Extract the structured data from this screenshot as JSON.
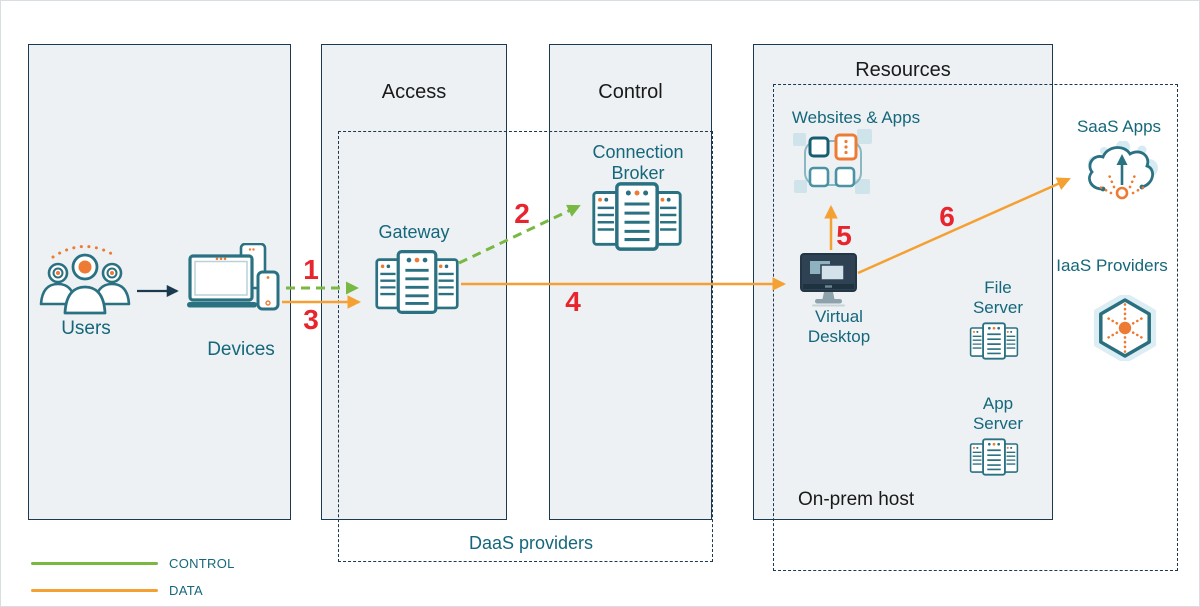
{
  "panels": {
    "endpoint": {
      "users_label": "Users",
      "devices_label": "Devices"
    },
    "access": {
      "title": "Access",
      "gateway_label": "Gateway"
    },
    "control": {
      "title": "Control",
      "broker_label": "Connection Broker"
    },
    "resources": {
      "title": "Resources",
      "websites_apps_label": "Websites & Apps",
      "virtual_desktop_label": "Virtual Desktop",
      "file_server_label": "File Server",
      "app_server_label": "App Server",
      "on_prem_host_label": "On-prem host"
    },
    "daas_providers_label": "DaaS providers",
    "cloud": {
      "saas_apps_label": "SaaS Apps",
      "iaas_providers_label": "IaaS Providers"
    }
  },
  "flow_steps": [
    "1",
    "2",
    "3",
    "4",
    "5",
    "6"
  ],
  "legend": [
    {
      "label": "CONTROL",
      "type": "control",
      "color": "#79b943"
    },
    {
      "label": "DATA",
      "type": "data",
      "color": "#f5a033"
    }
  ],
  "icons": [
    "users-icon",
    "devices-icon",
    "server-stack-icon",
    "grid-apps-icon",
    "virtual-desktop-icon",
    "cloud-upload-icon",
    "hexagon-network-icon"
  ],
  "colors": {
    "control_green": "#79b943",
    "data_orange": "#f5a033",
    "step_red": "#e8242d",
    "label_teal": "#15677b",
    "border_navy": "#1b3a50",
    "panel_fill": "#edf1f3",
    "accent_orange": "#ee7b33",
    "icon_teal": "#2a7182"
  }
}
